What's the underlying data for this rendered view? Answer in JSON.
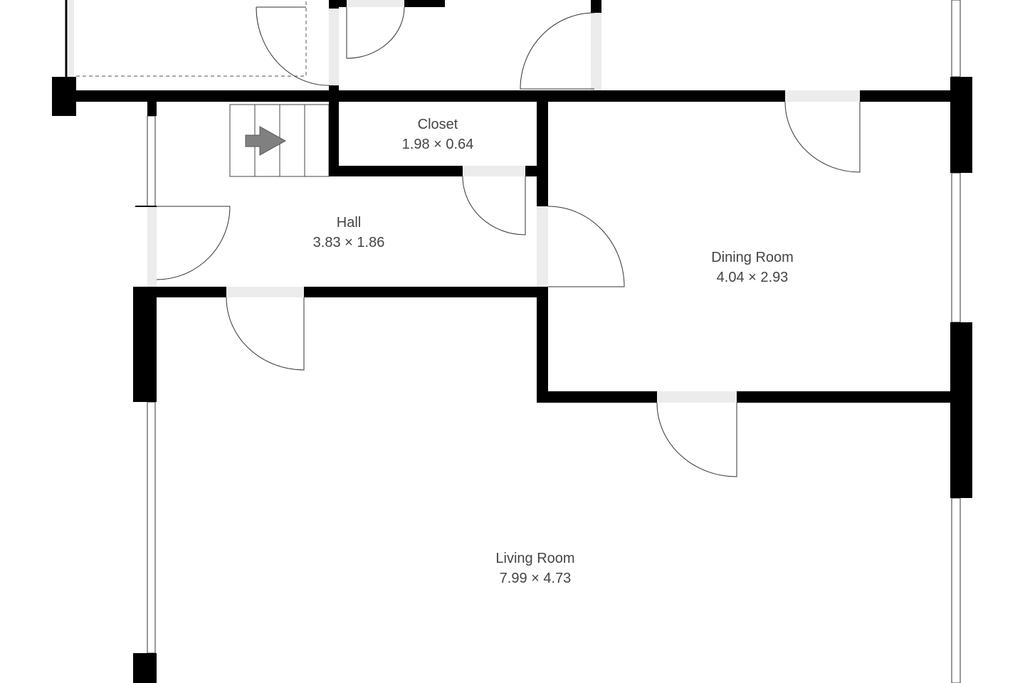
{
  "rooms": [
    {
      "name": "Closet",
      "dimensions": "1.98 × 0.64"
    },
    {
      "name": "Hall",
      "dimensions": "3.83 × 1.86"
    },
    {
      "name": "Dining Room",
      "dimensions": "4.04 × 2.93"
    },
    {
      "name": "Living Room",
      "dimensions": "7.99 × 4.73"
    }
  ],
  "colors": {
    "wall": "#000000",
    "opening": "#ececec",
    "text": "#444444",
    "stair_arrow": "#808080"
  }
}
